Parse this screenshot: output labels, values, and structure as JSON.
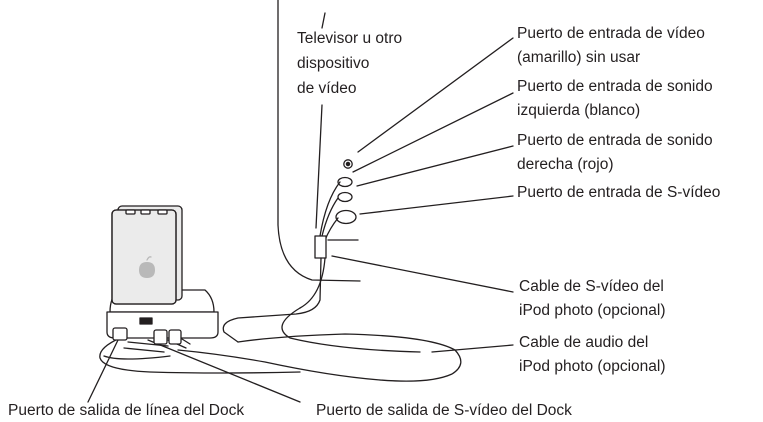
{
  "labels": {
    "tv": [
      "Televisor u otro",
      "dispositivo",
      "de vídeo"
    ],
    "video_in": [
      "Puerto de entrada de vídeo",
      "(amarillo) sin usar"
    ],
    "audio_left_in": [
      "Puerto de entrada de sonido",
      "izquierda (blanco)"
    ],
    "audio_right_in": [
      "Puerto de entrada de sonido",
      "derecha (rojo)"
    ],
    "svideo_in": [
      "Puerto de entrada de S-vídeo"
    ],
    "svideo_cable": [
      "Cable de S-vídeo del",
      "iPod photo (opcional)"
    ],
    "audio_cable": [
      "Cable de audio del",
      "iPod photo (opcional)"
    ],
    "dock_line_out": "Puerto de salida de línea del Dock",
    "dock_svideo_out": "Puerto de salida de S-vídeo del Dock"
  },
  "colors": {
    "line": "#231f20",
    "fill": "#ffffff",
    "ipod_body": "#ebebeb",
    "ipod_shade": "#b9b9b9"
  }
}
